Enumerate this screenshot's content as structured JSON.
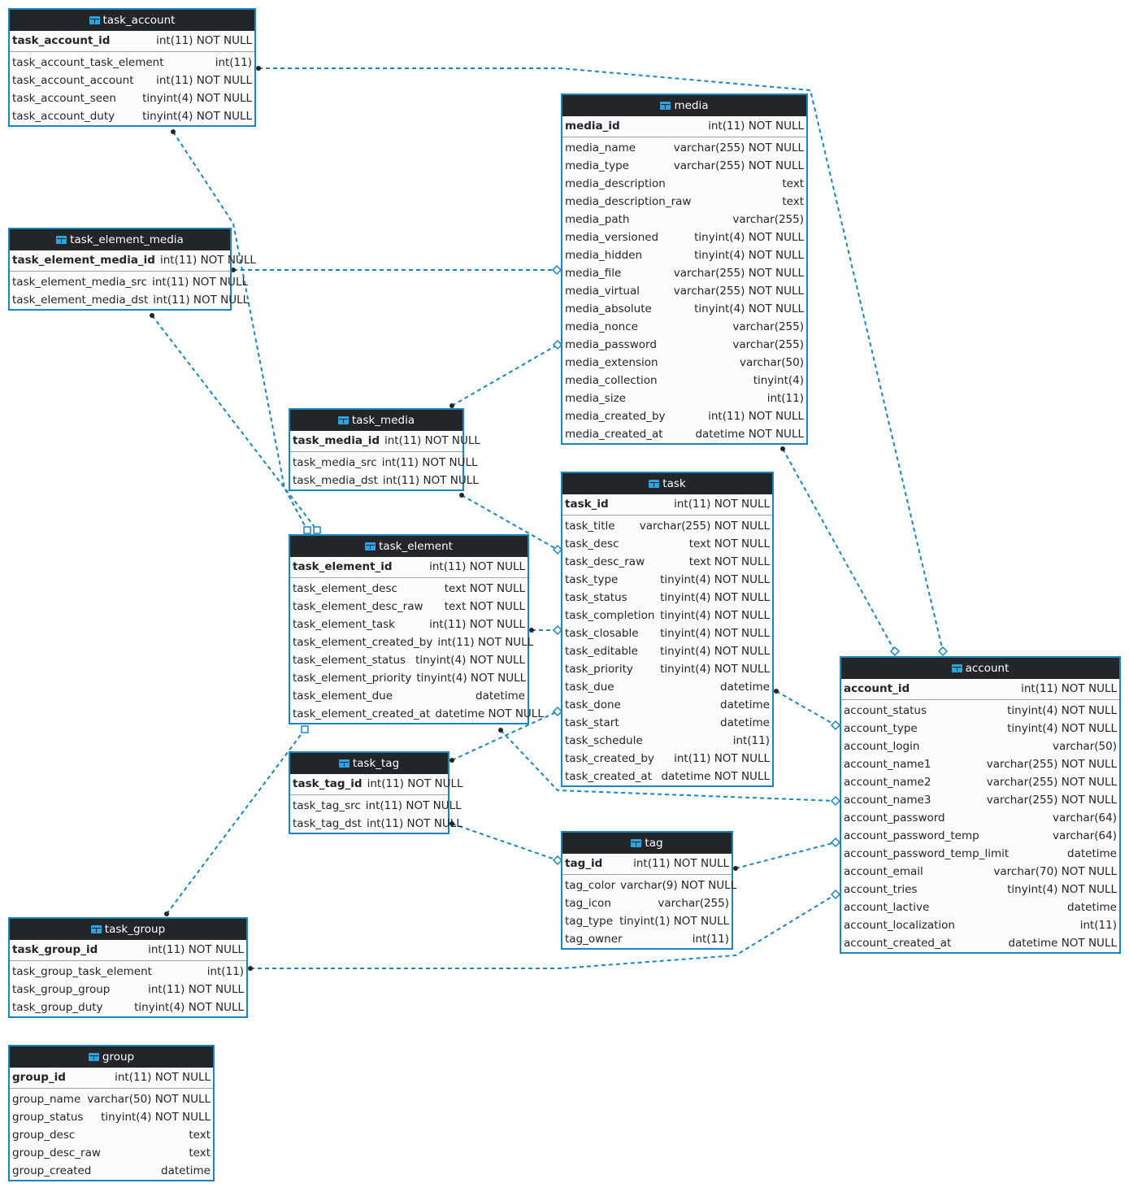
{
  "tables": [
    {
      "name": "task_account",
      "key": "task_account",
      "pk": {
        "field": "task_account_id",
        "type": "int(11) NOT NULL"
      },
      "columns": [
        {
          "field": "task_account_task_element",
          "type": "int(11)"
        },
        {
          "field": "task_account_account",
          "type": "int(11) NOT NULL"
        },
        {
          "field": "task_account_seen",
          "type": "tinyint(4) NOT NULL"
        },
        {
          "field": "task_account_duty",
          "type": "tinyint(4) NOT NULL"
        }
      ]
    },
    {
      "name": "media",
      "key": "media",
      "pk": {
        "field": "media_id",
        "type": "int(11) NOT NULL"
      },
      "columns": [
        {
          "field": "media_name",
          "type": "varchar(255) NOT NULL"
        },
        {
          "field": "media_type",
          "type": "varchar(255) NOT NULL"
        },
        {
          "field": "media_description",
          "type": "text"
        },
        {
          "field": "media_description_raw",
          "type": "text"
        },
        {
          "field": "media_path",
          "type": "varchar(255)"
        },
        {
          "field": "media_versioned",
          "type": "tinyint(4) NOT NULL"
        },
        {
          "field": "media_hidden",
          "type": "tinyint(4) NOT NULL"
        },
        {
          "field": "media_file",
          "type": "varchar(255) NOT NULL"
        },
        {
          "field": "media_virtual",
          "type": "varchar(255) NOT NULL"
        },
        {
          "field": "media_absolute",
          "type": "tinyint(4) NOT NULL"
        },
        {
          "field": "media_nonce",
          "type": "varchar(255)"
        },
        {
          "field": "media_password",
          "type": "varchar(255)"
        },
        {
          "field": "media_extension",
          "type": "varchar(50)"
        },
        {
          "field": "media_collection",
          "type": "tinyint(4)"
        },
        {
          "field": "media_size",
          "type": "int(11)"
        },
        {
          "field": "media_created_by",
          "type": "int(11) NOT NULL"
        },
        {
          "field": "media_created_at",
          "type": "datetime NOT NULL"
        }
      ]
    },
    {
      "name": "task_element_media",
      "key": "task_element_media",
      "pk": {
        "field": "task_element_media_id",
        "type": "int(11) NOT NULL"
      },
      "columns": [
        {
          "field": "task_element_media_src",
          "type": "int(11) NOT NULL"
        },
        {
          "field": "task_element_media_dst",
          "type": "int(11) NOT NULL"
        }
      ]
    },
    {
      "name": "task_media",
      "key": "task_media",
      "pk": {
        "field": "task_media_id",
        "type": "int(11) NOT NULL"
      },
      "columns": [
        {
          "field": "task_media_src",
          "type": "int(11) NOT NULL"
        },
        {
          "field": "task_media_dst",
          "type": "int(11) NOT NULL"
        }
      ]
    },
    {
      "name": "task",
      "key": "task",
      "pk": {
        "field": "task_id",
        "type": "int(11) NOT NULL"
      },
      "columns": [
        {
          "field": "task_title",
          "type": "varchar(255) NOT NULL"
        },
        {
          "field": "task_desc",
          "type": "text NOT NULL"
        },
        {
          "field": "task_desc_raw",
          "type": "text NOT NULL"
        },
        {
          "field": "task_type",
          "type": "tinyint(4) NOT NULL"
        },
        {
          "field": "task_status",
          "type": "tinyint(4) NOT NULL"
        },
        {
          "field": "task_completion",
          "type": "tinyint(4) NOT NULL"
        },
        {
          "field": "task_closable",
          "type": "tinyint(4) NOT NULL"
        },
        {
          "field": "task_editable",
          "type": "tinyint(4) NOT NULL"
        },
        {
          "field": "task_priority",
          "type": "tinyint(4) NOT NULL"
        },
        {
          "field": "task_due",
          "type": "datetime"
        },
        {
          "field": "task_done",
          "type": "datetime"
        },
        {
          "field": "task_start",
          "type": "datetime"
        },
        {
          "field": "task_schedule",
          "type": "int(11)"
        },
        {
          "field": "task_created_by",
          "type": "int(11) NOT NULL"
        },
        {
          "field": "task_created_at",
          "type": "datetime NOT NULL"
        }
      ]
    },
    {
      "name": "task_element",
      "key": "task_element",
      "pk": {
        "field": "task_element_id",
        "type": "int(11) NOT NULL"
      },
      "columns": [
        {
          "field": "task_element_desc",
          "type": "text NOT NULL"
        },
        {
          "field": "task_element_desc_raw",
          "type": "text NOT NULL"
        },
        {
          "field": "task_element_task",
          "type": "int(11) NOT NULL"
        },
        {
          "field": "task_element_created_by",
          "type": "int(11) NOT NULL"
        },
        {
          "field": "task_element_status",
          "type": "tinyint(4) NOT NULL"
        },
        {
          "field": "task_element_priority",
          "type": "tinyint(4) NOT NULL"
        },
        {
          "field": "task_element_due",
          "type": "datetime"
        },
        {
          "field": "task_element_created_at",
          "type": "datetime NOT NULL"
        }
      ]
    },
    {
      "name": "task_tag",
      "key": "task_tag",
      "pk": {
        "field": "task_tag_id",
        "type": "int(11) NOT NULL"
      },
      "columns": [
        {
          "field": "task_tag_src",
          "type": "int(11) NOT NULL"
        },
        {
          "field": "task_tag_dst",
          "type": "int(11) NOT NULL"
        }
      ]
    },
    {
      "name": "tag",
      "key": "tag",
      "pk": {
        "field": "tag_id",
        "type": "int(11) NOT NULL"
      },
      "columns": [
        {
          "field": "tag_color",
          "type": "varchar(9) NOT NULL"
        },
        {
          "field": "tag_icon",
          "type": "varchar(255)"
        },
        {
          "field": "tag_type",
          "type": "tinyint(1) NOT NULL"
        },
        {
          "field": "tag_owner",
          "type": "int(11)"
        }
      ]
    },
    {
      "name": "account",
      "key": "account",
      "pk": {
        "field": "account_id",
        "type": "int(11) NOT NULL"
      },
      "columns": [
        {
          "field": "account_status",
          "type": "tinyint(4) NOT NULL"
        },
        {
          "field": "account_type",
          "type": "tinyint(4) NOT NULL"
        },
        {
          "field": "account_login",
          "type": "varchar(50)"
        },
        {
          "field": "account_name1",
          "type": "varchar(255) NOT NULL"
        },
        {
          "field": "account_name2",
          "type": "varchar(255) NOT NULL"
        },
        {
          "field": "account_name3",
          "type": "varchar(255) NOT NULL"
        },
        {
          "field": "account_password",
          "type": "varchar(64)"
        },
        {
          "field": "account_password_temp",
          "type": "varchar(64)"
        },
        {
          "field": "account_password_temp_limit",
          "type": "datetime"
        },
        {
          "field": "account_email",
          "type": "varchar(70) NOT NULL"
        },
        {
          "field": "account_tries",
          "type": "tinyint(4) NOT NULL"
        },
        {
          "field": "account_lactive",
          "type": "datetime"
        },
        {
          "field": "account_localization",
          "type": "int(11)"
        },
        {
          "field": "account_created_at",
          "type": "datetime NOT NULL"
        }
      ]
    },
    {
      "name": "task_group",
      "key": "task_group",
      "pk": {
        "field": "task_group_id",
        "type": "int(11) NOT NULL"
      },
      "columns": [
        {
          "field": "task_group_task_element",
          "type": "int(11)"
        },
        {
          "field": "task_group_group",
          "type": "int(11) NOT NULL"
        },
        {
          "field": "task_group_duty",
          "type": "tinyint(4) NOT NULL"
        }
      ]
    },
    {
      "name": "group",
      "key": "group",
      "pk": {
        "field": "group_id",
        "type": "int(11) NOT NULL"
      },
      "columns": [
        {
          "field": "group_name",
          "type": "varchar(50) NOT NULL"
        },
        {
          "field": "group_status",
          "type": "tinyint(4) NOT NULL"
        },
        {
          "field": "group_desc",
          "type": "text"
        },
        {
          "field": "group_desc_raw",
          "type": "text"
        },
        {
          "field": "group_created",
          "type": "datetime"
        }
      ]
    }
  ],
  "relationships": [
    {
      "from": "task_account.task_account_task_element",
      "to": "task_element.task_element_id"
    },
    {
      "from": "task_account.task_account_account",
      "to": "account.account_id"
    },
    {
      "from": "task_element_media.task_element_media_src",
      "to": "task_element.task_element_id"
    },
    {
      "from": "task_element_media.task_element_media_dst",
      "to": "media.media_id"
    },
    {
      "from": "task_media.task_media_src",
      "to": "task.task_id"
    },
    {
      "from": "task_media.task_media_dst",
      "to": "media.media_id"
    },
    {
      "from": "task_element.task_element_task",
      "to": "task.task_id"
    },
    {
      "from": "task_element.task_element_created_by",
      "to": "account.account_id"
    },
    {
      "from": "task_tag.task_tag_src",
      "to": "task.task_id"
    },
    {
      "from": "task_tag.task_tag_dst",
      "to": "tag.tag_id"
    },
    {
      "from": "task.task_created_by",
      "to": "account.account_id"
    },
    {
      "from": "tag.tag_owner",
      "to": "account.account_id"
    },
    {
      "from": "media.media_created_by",
      "to": "account.account_id"
    },
    {
      "from": "task_group.task_group_task_element",
      "to": "task_element.task_element_id"
    },
    {
      "from": "task_group.task_group_group",
      "to": "account.account_id"
    }
  ],
  "colors": {
    "header_bg": "#232629",
    "border": "#1a86bf",
    "link": "#1a86bf",
    "row_text": "#232629"
  }
}
